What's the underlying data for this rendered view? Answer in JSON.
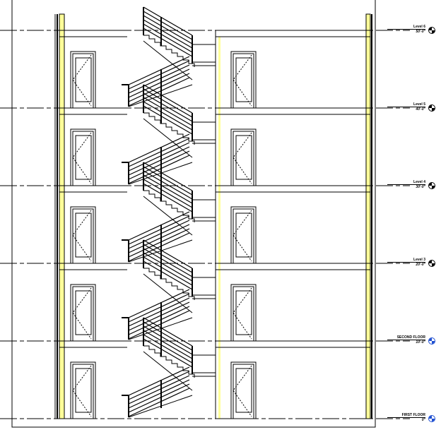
{
  "levels": [
    {
      "name": "Level 6",
      "elevation": "50'-0\"",
      "marker_color": "#000000"
    },
    {
      "name": "Level 5",
      "elevation": "40'-0\"",
      "marker_color": "#000000"
    },
    {
      "name": "Level 4",
      "elevation": "30'-0\"",
      "marker_color": "#000000"
    },
    {
      "name": "Level 3",
      "elevation": "20'-0\"",
      "marker_color": "#000000"
    },
    {
      "name": "SECOND FLOOR",
      "elevation": "10'-0\"",
      "marker_color": "#1f4fd1"
    },
    {
      "name": "FIRST FLOOR",
      "elevation": "0\"",
      "marker_color": "#1f4fd1"
    }
  ],
  "colors": {
    "wall_fill": "#ffff99",
    "line": "#000000"
  }
}
